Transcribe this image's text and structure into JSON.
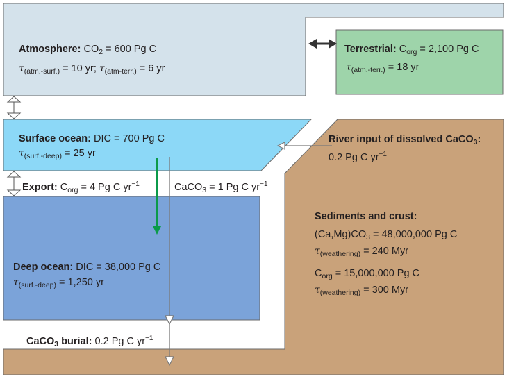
{
  "colors": {
    "atmosphere": "#d4e2eb",
    "terrestrial": "#9ed4aa",
    "surface_ocean": "#8cd8f7",
    "deep_ocean": "#7ba3d9",
    "sediments": "#c9a27a",
    "export_arrow": "#0b9a4a",
    "gray_arrow": "#7a7a7a",
    "outline": "#6a6a6a"
  },
  "atmosphere": {
    "name": "Atmosphere:",
    "value_prefix": "CO",
    "value_sub": "2",
    "value_rest": " = 600 Pg C",
    "tau_symbol": "τ",
    "tau1_sub": "(atm.-surf.)",
    "tau1_rest": " = 10 yr; ",
    "tau2_sub": "(atm-terr.)",
    "tau2_rest": " = 6 yr"
  },
  "terrestrial": {
    "name": "Terrestrial:",
    "value_prefix": " C",
    "value_sub": "org",
    "value_rest": " = 2,100 Pg C",
    "tau_symbol": "τ",
    "tau_sub": "(atm.-terr.)",
    "tau_rest": " = 18 yr"
  },
  "surface_ocean": {
    "name": "Surface ocean:",
    "value": " DIC = 700 Pg C",
    "tau_symbol": "τ",
    "tau_sub": "(surf.-deep)",
    "tau_rest": " = 25 yr"
  },
  "export": {
    "name": "Export:",
    "corg_prefix": " C",
    "corg_sub": "org",
    "corg_rest": " = 4 Pg C yr",
    "unit_sup": "−1",
    "caco3_prefix": "CaCO",
    "caco3_sub": "3",
    "caco3_rest": " = 1 Pg C yr",
    "caco3_sup": "−1"
  },
  "deep_ocean": {
    "name": "Deep ocean:",
    "value": " DIC = 38,000 Pg C",
    "tau_symbol": "τ",
    "tau_sub": "(surf.-deep)",
    "tau_rest": " = 1,250 yr"
  },
  "river": {
    "name": "River input of dissolved CaCO",
    "name_sub": "3",
    "name_end": ":",
    "value": "0.2 Pg C yr",
    "value_sup": "−1"
  },
  "sediments": {
    "title": "Sediments and crust:",
    "line1_prefix": "(Ca,Mg)CO",
    "line1_sub": "3",
    "line1_rest": " = 48,000,000 Pg C",
    "tau_symbol": "τ",
    "tau1_sub": "(weathering)",
    "tau1_rest": " = 240 Myr",
    "line2_prefix": "C",
    "line2_sub": "org",
    "line2_rest": " = 15,000,000 Pg C",
    "tau2_sub": "(weathering)",
    "tau2_rest": " = 300 Myr"
  },
  "burial": {
    "name_prefix": "CaCO",
    "name_sub": "3",
    "name_rest": " burial:",
    "value": " 0.2 Pg C yr",
    "value_sup": "−1"
  }
}
